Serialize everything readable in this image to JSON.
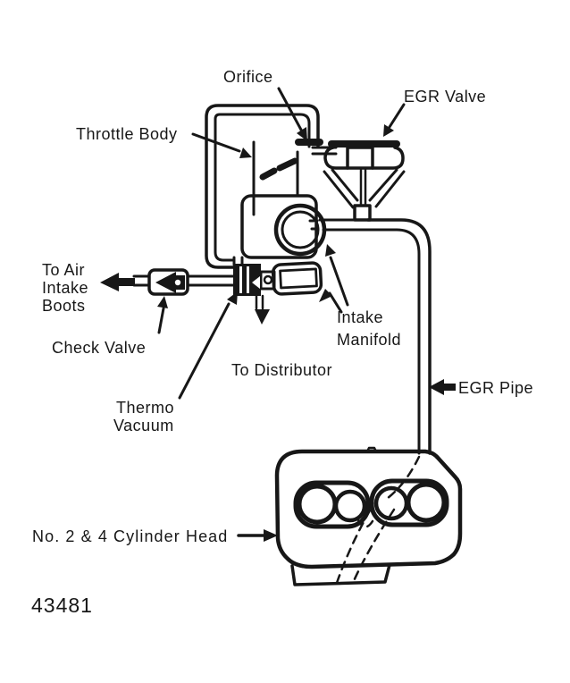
{
  "labels": {
    "orifice": "Orifice",
    "egr_valve": "EGR Valve",
    "throttle_body": "Throttle Body",
    "to_air_intake_boots": [
      "To Air",
      "Intake",
      "Boots"
    ],
    "check_valve": "Check Valve",
    "intake_manifold": [
      "Intake",
      "Manifold"
    ],
    "to_distributor": "To Distributor",
    "thermo_vacuum": [
      "Thermo",
      "Vacuum"
    ],
    "egr_pipe": "EGR Pipe",
    "cylinder_head": "No. 2 & 4 Cylinder Head",
    "figure_number": "43481"
  },
  "colors": {
    "ink": "#171717",
    "paper": "#ffffff"
  }
}
